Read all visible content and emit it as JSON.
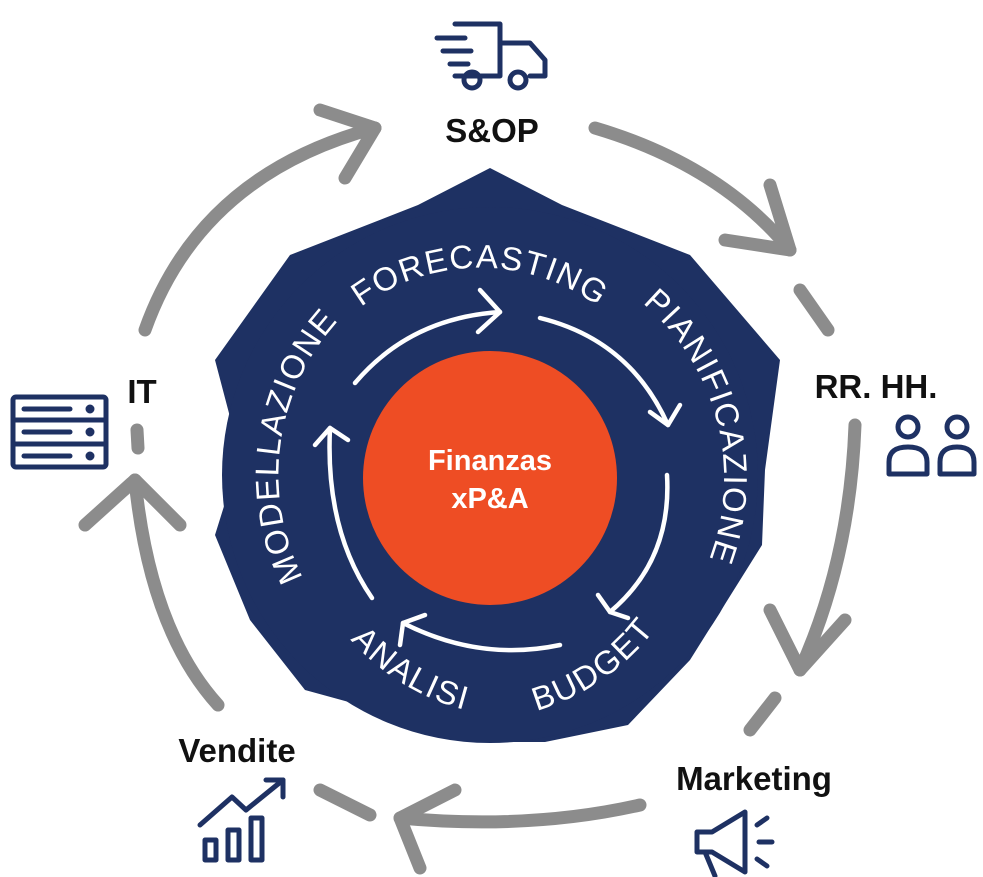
{
  "center": {
    "line1": "Finanzas",
    "line2": "xP&A"
  },
  "inner_processes": [
    "FORECASTING",
    "PIANIFICAZIONE",
    "BUDGET",
    "ANALISI",
    "MODELLAZIONE"
  ],
  "departments": {
    "sop": "S&OP",
    "hr": "RR. HH.",
    "marketing": "Marketing",
    "sales": "Vendite",
    "it": "IT"
  },
  "icons": {
    "sop": "delivery-truck-icon",
    "hr": "people-icon",
    "marketing": "megaphone-icon",
    "sales": "growth-chart-icon",
    "it": "server-icon"
  },
  "colors": {
    "navy": "#1e3163",
    "orange": "#ee4d24",
    "gray_arrows": "#8c8c8c",
    "white": "#ffffff"
  }
}
